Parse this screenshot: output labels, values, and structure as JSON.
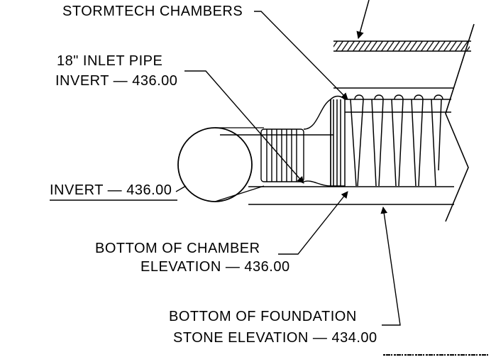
{
  "labels": {
    "stormtech_chambers": "STORMTECH CHAMBERS",
    "inlet_pipe_line1": "18\" INLET PIPE",
    "inlet_pipe_line2": "INVERT — 436.00",
    "invert": "INVERT — 436.00",
    "bottom_chamber_line1": "BOTTOM OF CHAMBER",
    "bottom_chamber_line2": "ELEVATION — 436.00",
    "bottom_foundation_line1": "BOTTOM OF FOUNDATION",
    "bottom_foundation_line2": "STONE ELEVATION — 434.00"
  },
  "colors": {
    "ink": "#000000",
    "paper": "#ffffff"
  }
}
